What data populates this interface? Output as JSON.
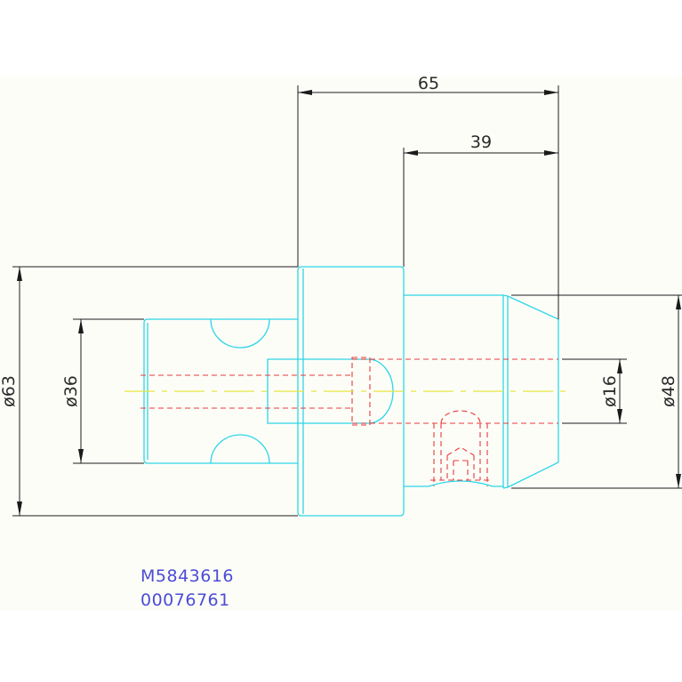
{
  "dimensions": {
    "overall_length": "65",
    "cone_length": "39",
    "flange_diameter": "ø63",
    "shank_diameter": "ø36",
    "bore_diameter": "ø16",
    "cone_diameter": "ø48"
  },
  "part_codes": {
    "line1": "M5843616",
    "line2": "00076761"
  },
  "colors": {
    "outline": "#2cd6e6",
    "hidden": "#e63a3a",
    "centerline": "#e6e640",
    "dimension": "#1a1a1a",
    "text": "#4c4cd6"
  }
}
